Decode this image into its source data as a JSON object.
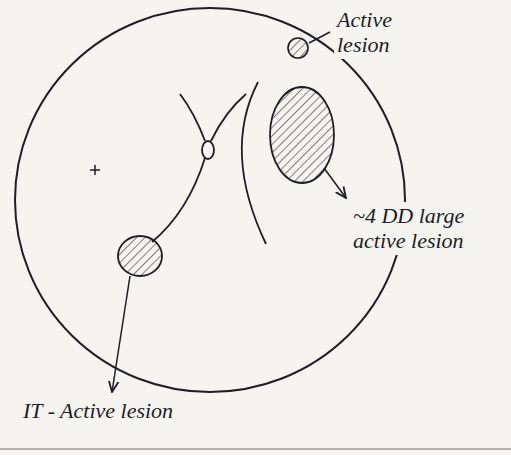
{
  "diagram": {
    "labels": [
      "Active lesion",
      "~4 DD large active lesion",
      "IT - Active lesion"
    ]
  }
}
